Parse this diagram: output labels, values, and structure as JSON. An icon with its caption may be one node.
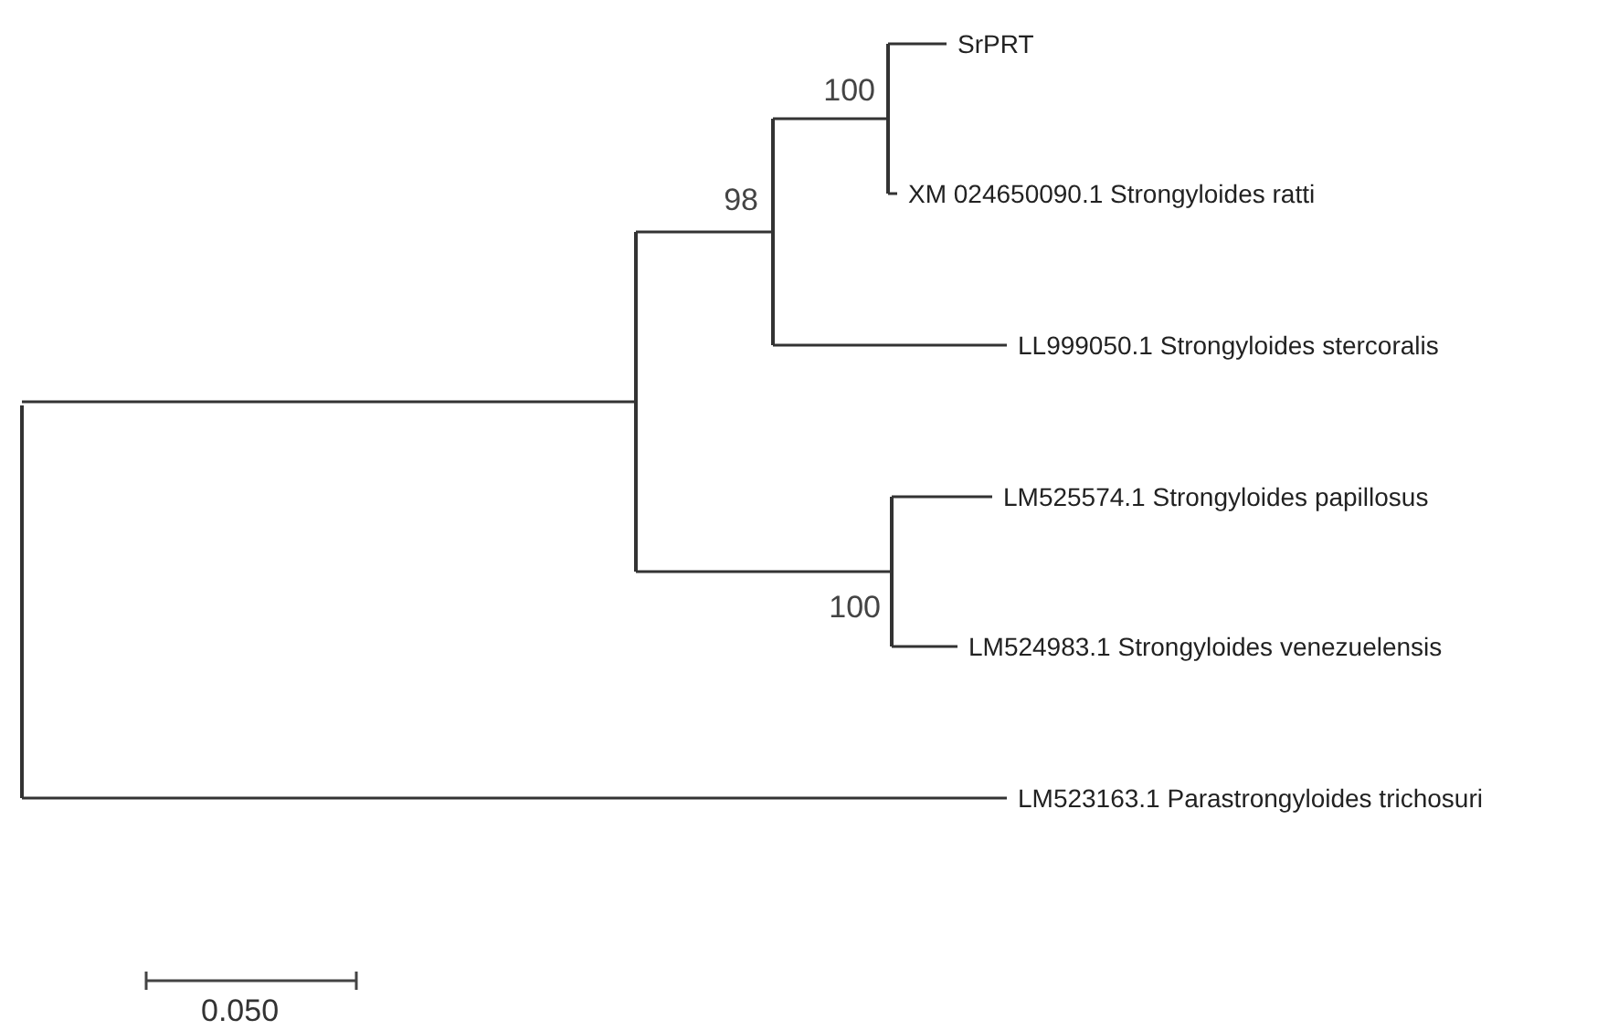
{
  "diagram": {
    "nodes": [
      {
        "text": [],
        "shape": "bar"
      },
      {
        "text": [],
        "shape": "bar"
      },
      {
        "text": [],
        "shape": "bar",
        "beside": [
          "98"
        ]
      },
      {
        "text": [],
        "shape": "bar",
        "beside": [
          "100"
        ]
      },
      {
        "text": [
          "SrPRT"
        ]
      },
      {
        "text": [
          "XM 024650090.1 Strongyloides ratti"
        ]
      },
      {
        "text": [
          "LL999050.1 Strongyloides stercoralis"
        ]
      },
      {
        "text": [],
        "shape": "bar",
        "beside": [
          "100"
        ]
      },
      {
        "text": [
          "LM525574.1 Strongyloides papillosus"
        ]
      },
      {
        "text": [
          "LM524983.1 Strongyloides venezuelensis"
        ]
      },
      {
        "text": [
          "LM523163.1 Parastrongyloides trichosuri"
        ]
      }
    ],
    "edges": [
      {
        "from": 0,
        "to": 1,
        "arrow": "none"
      },
      {
        "from": 1,
        "to": 2,
        "arrow": "none"
      },
      {
        "from": 2,
        "to": 3,
        "arrow": "none"
      },
      {
        "from": 3,
        "to": 4,
        "arrow": "none"
      },
      {
        "from": 3,
        "to": 5,
        "arrow": "none"
      },
      {
        "from": 2,
        "to": 6,
        "arrow": "none"
      },
      {
        "from": 1,
        "to": 7,
        "arrow": "none"
      },
      {
        "from": 7,
        "to": 8,
        "arrow": "none"
      },
      {
        "from": 7,
        "to": 9,
        "arrow": "none"
      },
      {
        "from": 0,
        "to": 10,
        "arrow": "none"
      }
    ],
    "labels": [
      "0.050"
    ]
  }
}
